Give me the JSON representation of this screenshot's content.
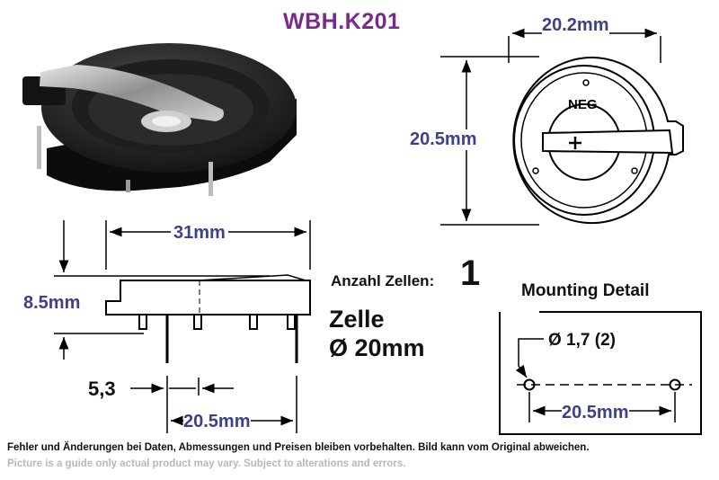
{
  "title": "WBH.K201",
  "dimensions": {
    "top_width": "20.2mm",
    "top_height": "20.5mm",
    "side_length": "31mm",
    "side_height": "8.5mm",
    "pin_offset": "5,3",
    "pin_spacing": "20.5mm"
  },
  "top_view": {
    "polarity_label": "NEG"
  },
  "cells": {
    "label": "Anzahl Zellen:",
    "value": "1"
  },
  "cell_type": {
    "label": "Zelle",
    "diameter": "Ø 20mm"
  },
  "mounting": {
    "title": "Mounting Detail",
    "hole_label": "Ø 1,7 (2)",
    "spacing": "20.5mm"
  },
  "footer": {
    "de": "Fehler und Änderungen bei Daten, Abmessungen und Preisen bleiben vorbehalten. Bild kann vom Original abweichen.",
    "en": "Picture is a guide only actual product may vary. Subject to alterations and errors."
  },
  "colors": {
    "title": "#7a2a8c",
    "dimension_text": "#3f3f8a"
  }
}
